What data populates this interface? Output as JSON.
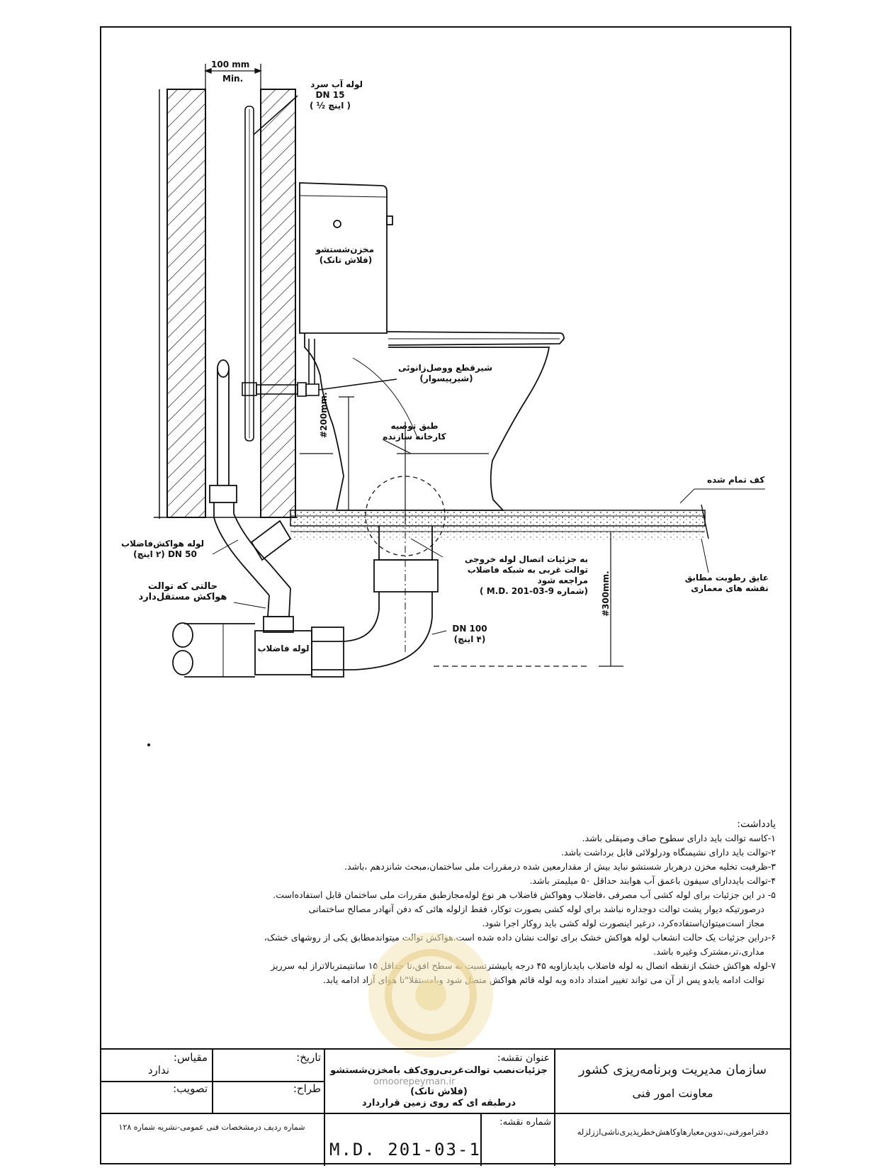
{
  "drawing": {
    "dim_min_width": "100 mm",
    "dim_min_label": "Min.",
    "cold_pipe": [
      "لوله آب سرد",
      "DN 15",
      "( اینچ ½ )"
    ],
    "tank": [
      "مخزن‌شستشو",
      "(فلاش تانک)"
    ],
    "valve": [
      "شیرقطع ووصل‌زانوئی",
      "(شیرپیسوار)"
    ],
    "height_200": "#200mm.",
    "factory_note": [
      "طبق توصیه",
      "کارخانه سازنده"
    ],
    "finished_floor": "کف تمام شده",
    "vent_pipe": [
      "لوله هواکش‌فاضلاب",
      "DN 50 (۲ اینچ)"
    ],
    "separate_vent": [
      "حالتی که توالت",
      "هواکش مستقل‌دارد"
    ],
    "outlet_detail": [
      "به جزئیات اتصال لوله خروجی",
      "توالت غربی به شبکه فاضلاب",
      "مراجعه شود",
      "(شماره M.D. 201-03-9 )"
    ],
    "height_300": "#300mm.",
    "moisture": [
      "عایق رطوبت مطابق",
      "نقشه های معماری"
    ],
    "dn100": [
      "DN 100",
      "(۴ اینچ)"
    ],
    "sewer_pipe": "لوله فاضلاب"
  },
  "notes": {
    "title": "یادداشت:",
    "lines": [
      "۱-کاسه توالت باید دارای سطوح صاف وصیقلی باشد.",
      "۲-توالت باید دارای نشیمنگاه ودرلولائی قابل برداشت باشد.",
      "۳-ظرفیت تخلیه مخزن درهربار شستشو نباید بیش از مقدارمعین شده درمقررات ملی ساختمان،مبحث شانزدهم ،باشد.",
      "۴-توالت بایددارای سیفون باعمق آب هوابند حداقل ۵۰ میلیمتر باشد.",
      "۵- در این جزئیات برای لوله کشی آب مصرفی ،فاضلاب وهواکش فاضلاب هر نوع لوله‌مجازطبق مقررات ملی ساختمان قابل استفاده‌است.",
      "درصورتیکه دیوار پشت توالت دوجداره نباشد برای لوله کشی بصورت توکار، فقط ازلوله هائی که دفن آنهادر مصالح ساختمانی",
      "مجاز است‌میتوان‌استفاده‌کرد، درغیر اینصورت لوله کشی باید روکار اجرا شود.",
      "۶-دراین جزئیات یک حالت انشعاب لوله هواکش خشک برای توالت نشان داده شده است.هواکش توالت میتواندمطابق یکی از روشهای خشک،",
      "مداری،تر،مشترک وغیره باشد.",
      "۷-لوله هواکش خشک ازنقطه اتصال به لوله فاضلاب بایدبازاویه ۴۵ درجه یابیشترنسبت به سطح افق،تا حداقل ۱۵ سانتیمتربالاتراز لبه سرریز",
      "توالت ادامه یابدو پس از آن می تواند تغییر امتداد داده وبه لوله قائم هواکش متصل شود وبامستقلا\"تا هوای آزاد ادامه یابد."
    ]
  },
  "title_block": {
    "org_line1": "سازمان مدیریت وبرنامه‌ریزی کشور",
    "org_line2": "معاونت امور فنی",
    "org_line3": "دفترامورفنی،تدوین‌معیارهاوکاهش‌خطرپذیری‌ناشی‌اززلزله",
    "title_label": "عنوان نقشه:",
    "title_lines": [
      "جزئیات‌نصب توالت‌غربی‌روی‌کف بامخزن‌شستشو",
      "(فلاش تانک)",
      "درطبقه ای که روی زمین قراردارد"
    ],
    "watermark_url": "omoorepeyman.ir",
    "date_label": "تاریخ:",
    "scale_label": "مقیاس:",
    "scale_value": "ندارد",
    "designer_label": "طراح:",
    "approval_label": "تصویب:",
    "drawing_no_label": "شماره نقشه:",
    "drawing_no": "M.D. 201-03-1",
    "row_ref": "شماره ردیف درمشخصات فنی عمومی-نشریه شماره ۱۲۸"
  }
}
